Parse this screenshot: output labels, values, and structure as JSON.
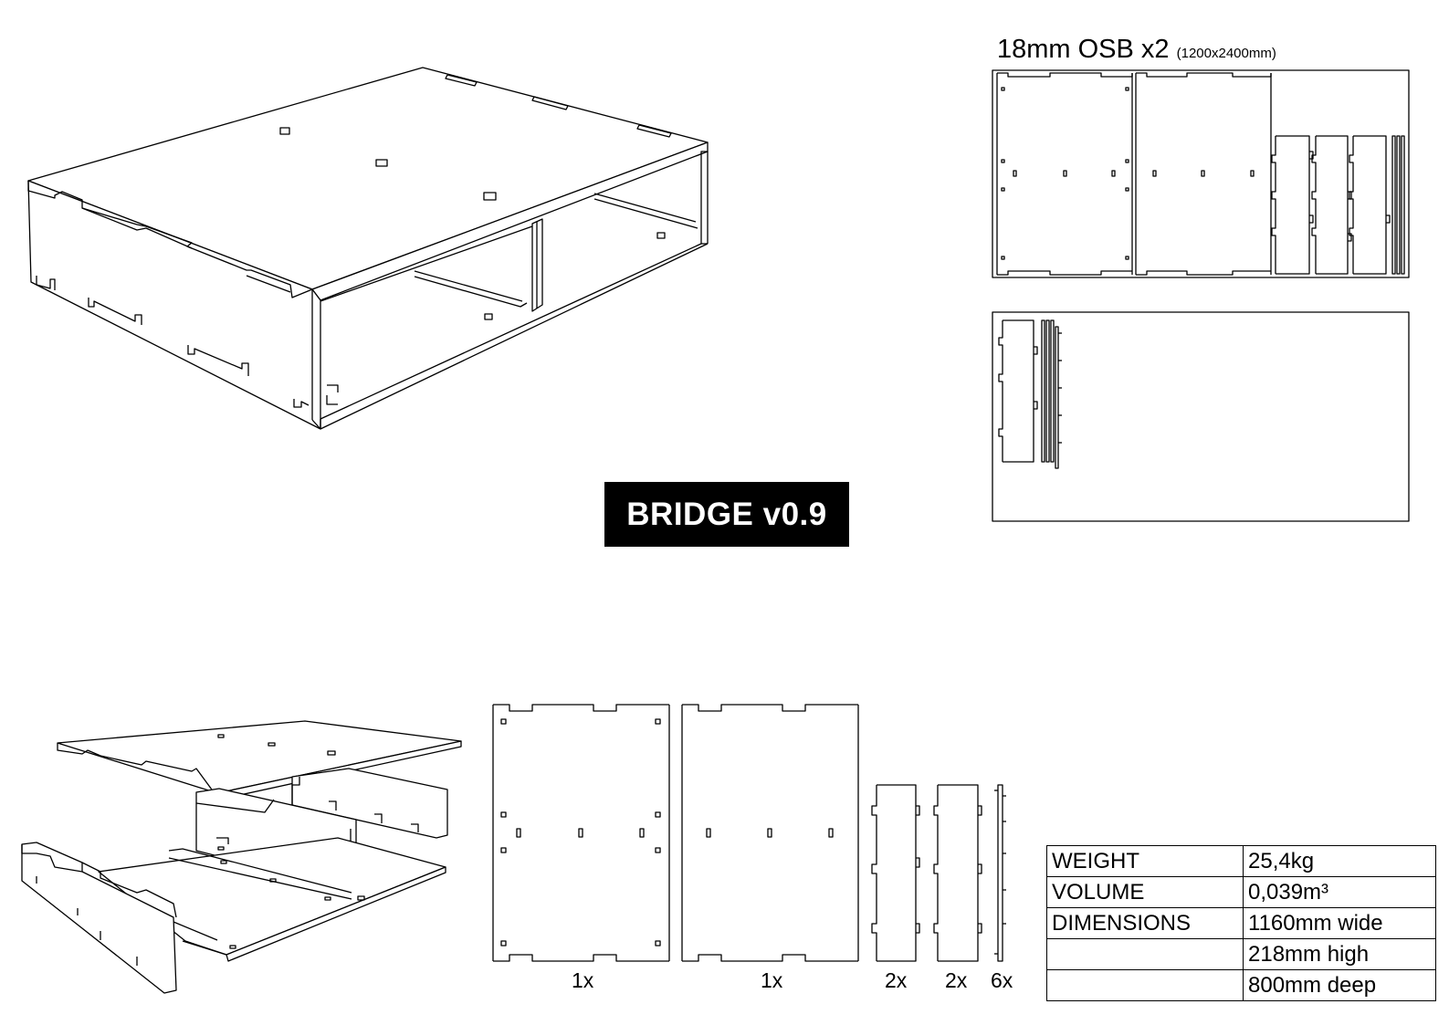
{
  "sheet": {
    "title": "18mm OSB x2",
    "size": "(1200x2400mm)"
  },
  "badge": {
    "label": "BRIDGE v0.9",
    "bg_color": "#000000",
    "text_color": "#ffffff"
  },
  "parts": {
    "quantities": [
      "1x",
      "1x",
      "2x",
      "2x",
      "6x"
    ]
  },
  "specs": {
    "rows": [
      {
        "key": "WEIGHT",
        "value": "25,4kg"
      },
      {
        "key": "VOLUME",
        "value": "0,039m³"
      },
      {
        "key": "DIMENSIONS",
        "value": "1160mm wide"
      },
      {
        "key": "",
        "value": "218mm high"
      },
      {
        "key": "",
        "value": "800mm deep"
      }
    ]
  },
  "colors": {
    "line": "#000000",
    "background": "#ffffff"
  }
}
